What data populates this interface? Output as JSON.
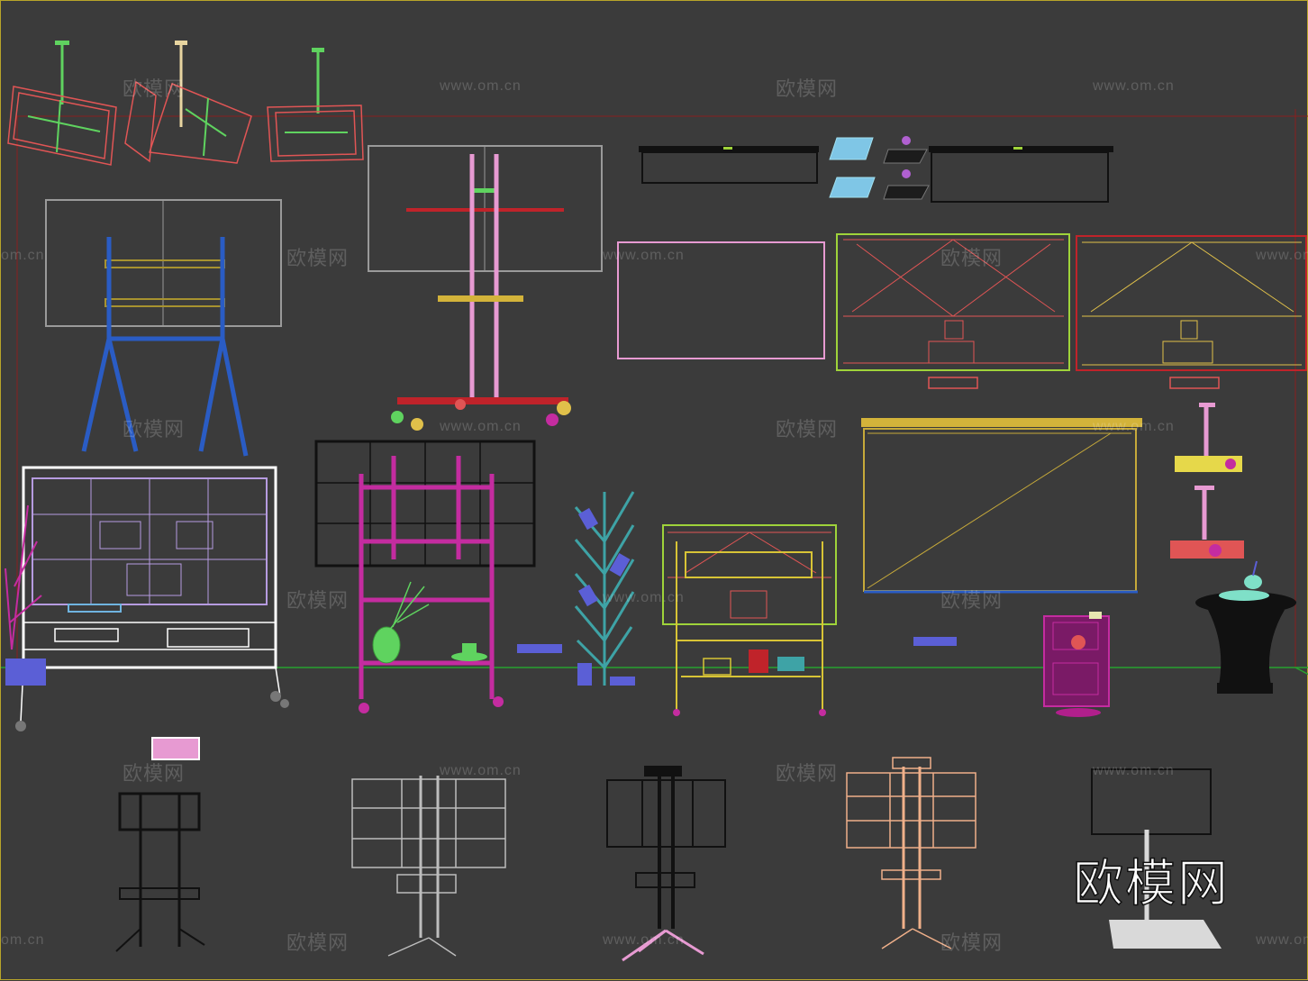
{
  "viewport": {
    "label": "3ds Max perspective viewport",
    "colors": {
      "background": "#3b3b3b",
      "border": "#b8a52a",
      "grid_line": "#27a12f",
      "frame_line": "#8a1f1f"
    }
  },
  "watermark": {
    "cn": "欧模网",
    "url": "www.om.cn",
    "url_partial": "om.cn",
    "logo": "欧模网"
  },
  "objects": [
    {
      "name": "ceiling-tv-mount-1",
      "color": "#e05555"
    },
    {
      "name": "ceiling-tv-mount-2",
      "color": "#e05555"
    },
    {
      "name": "ceiling-tv-mount-3",
      "color": "#e05555"
    },
    {
      "name": "easel-tv-stand-blue",
      "color": "#2a5cc4"
    },
    {
      "name": "floor-tv-stand-pink",
      "color": "#e79ad2"
    },
    {
      "name": "wall-screen-black-1",
      "color": "#111111"
    },
    {
      "name": "wall-screen-black-2",
      "color": "#111111"
    },
    {
      "name": "tv-panel-pink",
      "color": "#e79ad2"
    },
    {
      "name": "tv-panel-green-wire",
      "color": "#9fd33a"
    },
    {
      "name": "tv-panel-red-wire",
      "color": "#c0232a"
    },
    {
      "name": "whiteboard-stand",
      "color": "#ffffff"
    },
    {
      "name": "video-wall-magenta-stand",
      "color": "#c42ca0"
    },
    {
      "name": "book-tree-shelf",
      "color": "#3ea3a6"
    },
    {
      "name": "tv-cart-yellow-wire",
      "color": "#d8c436"
    },
    {
      "name": "projection-screen",
      "color": "#c6a93a"
    },
    {
      "name": "ceiling-projector-1",
      "color": "#e6d84a"
    },
    {
      "name": "ceiling-projector-2",
      "color": "#e05555"
    },
    {
      "name": "side-table-black",
      "color": "#111111"
    },
    {
      "name": "media-cabinet-magenta",
      "color": "#b11f8c"
    },
    {
      "name": "tv-stand-black-1",
      "color": "#111111"
    },
    {
      "name": "tv-stand-grey",
      "color": "#bdbdbd"
    },
    {
      "name": "tv-stand-black-2",
      "color": "#111111"
    },
    {
      "name": "tv-stand-peach",
      "color": "#f0b08a"
    },
    {
      "name": "tv-stand-white-base",
      "color": "#d9d9d9"
    }
  ]
}
